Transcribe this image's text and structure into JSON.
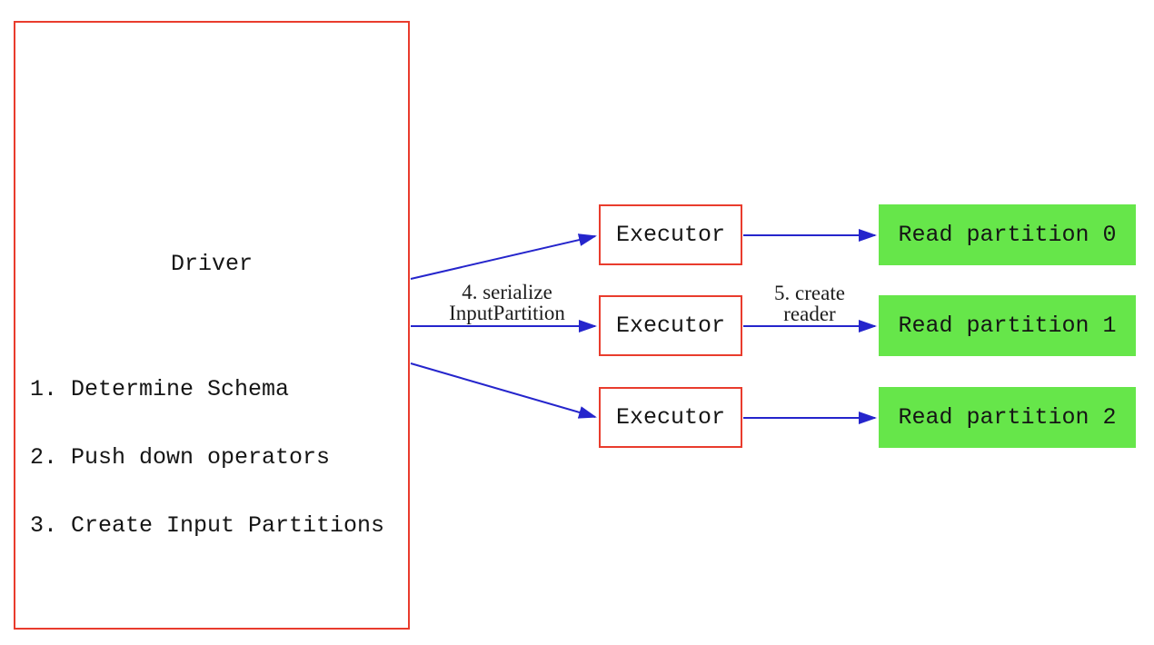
{
  "diagram": {
    "driver": {
      "title": "Driver",
      "steps": [
        "1. Determine Schema",
        "2. Push down operators",
        "3. Create Input Partitions"
      ]
    },
    "executors": [
      {
        "label": "Executor"
      },
      {
        "label": "Executor"
      },
      {
        "label": "Executor"
      }
    ],
    "partitions": [
      {
        "label": "Read partition 0"
      },
      {
        "label": "Read partition 1"
      },
      {
        "label": "Read partition 2"
      }
    ],
    "edge_labels": {
      "serialize": {
        "line1": "4. serialize",
        "line2": "InputPartition"
      },
      "create_reader": {
        "line1": "5. create",
        "line2": "reader"
      }
    },
    "colors": {
      "box_border": "#e93c2d",
      "partition_fill": "#66e64a",
      "arrow": "#2525cc",
      "text": "#151515",
      "background": "#ffffff"
    }
  }
}
